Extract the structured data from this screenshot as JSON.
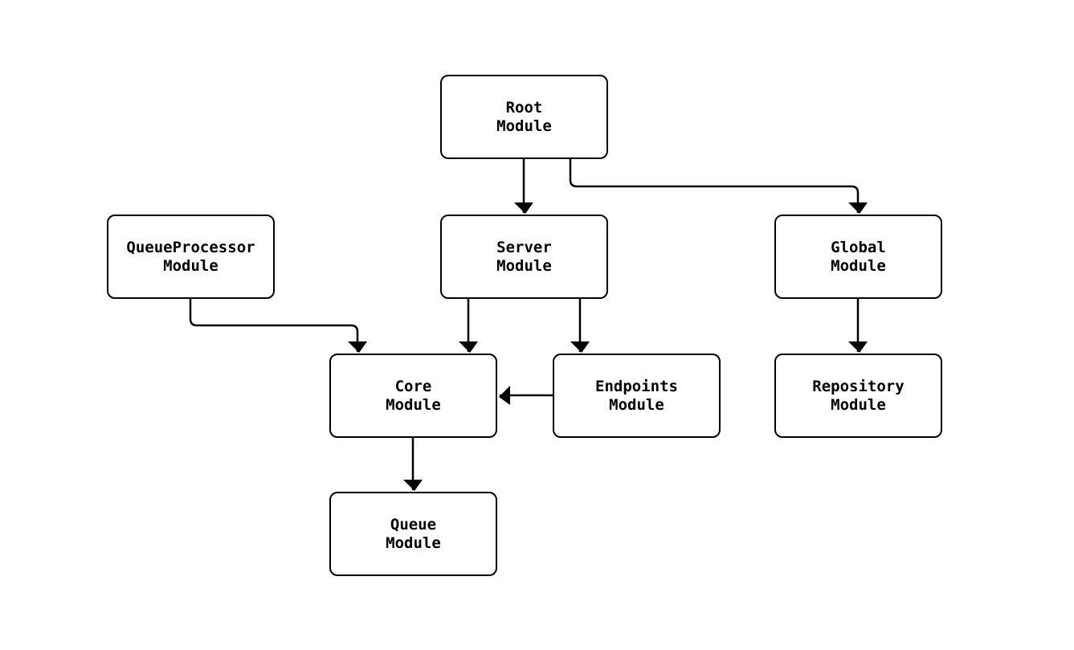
{
  "diagram": {
    "type": "module-dependency-graph",
    "nodes": [
      {
        "id": "root",
        "label": "Root\nModule"
      },
      {
        "id": "queue_processor",
        "label": "QueueProcessor\nModule"
      },
      {
        "id": "server",
        "label": "Server\nModule"
      },
      {
        "id": "global",
        "label": "Global\nModule"
      },
      {
        "id": "core",
        "label": "Core\nModule"
      },
      {
        "id": "endpoints",
        "label": "Endpoints\nModule"
      },
      {
        "id": "repository",
        "label": "Repository\nModule"
      },
      {
        "id": "queue",
        "label": "Queue\nModule"
      }
    ],
    "edges": [
      {
        "from": "root",
        "to": "server"
      },
      {
        "from": "root",
        "to": "global"
      },
      {
        "from": "queue_processor",
        "to": "core"
      },
      {
        "from": "server",
        "to": "core"
      },
      {
        "from": "server",
        "to": "endpoints"
      },
      {
        "from": "global",
        "to": "repository"
      },
      {
        "from": "endpoints",
        "to": "core"
      },
      {
        "from": "core",
        "to": "queue"
      }
    ]
  },
  "colors": {
    "line": "#000000",
    "box_border": "#000000",
    "box_fill": "#ffffff",
    "background": "#ffffff",
    "text": "#000000"
  }
}
